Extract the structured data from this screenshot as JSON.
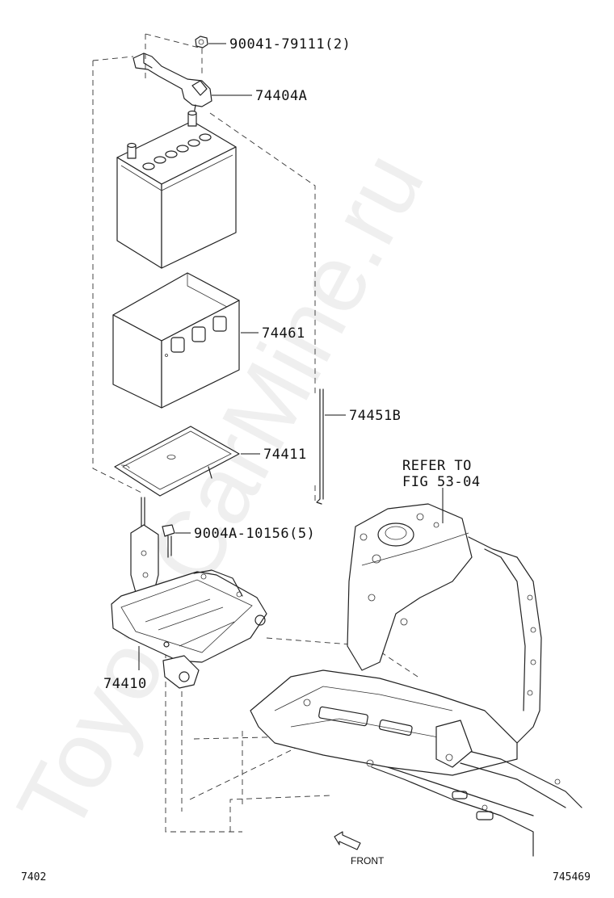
{
  "watermark": "ToyotaCarMine.ru",
  "parts": {
    "nut": "90041-79111(2)",
    "clamp": "74404A",
    "tray": "74461",
    "insulator": "74411",
    "rod": "74451B",
    "bolt": "9004A-10156(5)",
    "carrier": "74410"
  },
  "refer": {
    "line1": "REFER TO",
    "line2": "FIG 53-04"
  },
  "front_label": "FRONT",
  "footer": {
    "left_code": "7402",
    "right_code": "745469"
  }
}
